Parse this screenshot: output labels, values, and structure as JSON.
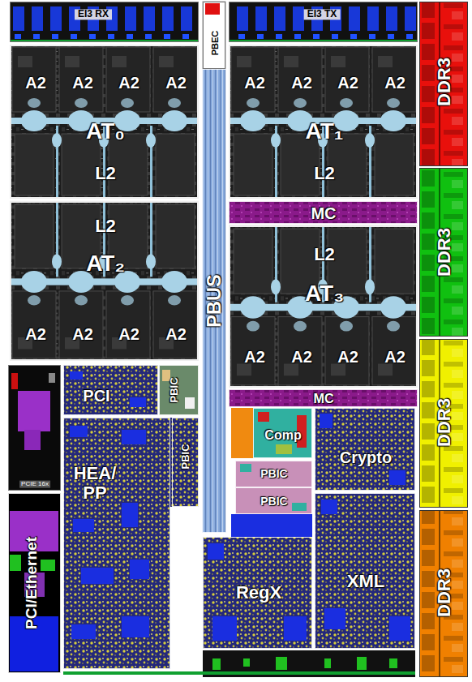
{
  "diagram": {
    "nodes": [
      {
        "text": [
          "EI3 RX"
        ]
      },
      {
        "text": [
          "PBEC"
        ]
      },
      {
        "text": [
          "EI3 TX"
        ]
      },
      {
        "text": [
          "A2",
          "A2",
          "A2",
          "A2",
          "AT₀",
          "L2"
        ]
      },
      {
        "text": [
          "A2",
          "A2",
          "A2",
          "A2",
          "AT₁",
          "L2"
        ]
      },
      {
        "text": [
          "MC"
        ]
      },
      {
        "text": [
          "L2",
          "AT₂",
          "A2",
          "A2",
          "A2",
          "A2"
        ]
      },
      {
        "text": [
          "PBUS"
        ]
      },
      {
        "text": [
          "L2",
          "AT₃",
          "A2",
          "A2",
          "A2",
          "A2"
        ]
      },
      {
        "text": [
          "MC"
        ]
      },
      {
        "text": [
          "DDR3"
        ]
      },
      {
        "text": [
          "DDR3"
        ]
      },
      {
        "text": [
          "DDR3"
        ]
      },
      {
        "text": [
          "DDR3"
        ]
      },
      {
        "text": [
          "PCIE 16x"
        ]
      },
      {
        "text": [
          "PCI"
        ]
      },
      {
        "text": [
          "PBIC"
        ]
      },
      {
        "text": [
          "HEA/ PP"
        ]
      },
      {
        "text": [
          "PBIC"
        ]
      },
      {
        "text": [
          "Comp"
        ]
      },
      {
        "text": [
          "Crypto"
        ]
      },
      {
        "text": [
          "PBIC"
        ]
      },
      {
        "text": [
          "PBIC"
        ]
      },
      {
        "text": [
          "PCI/Ethernet"
        ]
      },
      {
        "text": [
          "RegX"
        ]
      },
      {
        "text": [
          "XML"
        ]
      }
    ]
  }
}
